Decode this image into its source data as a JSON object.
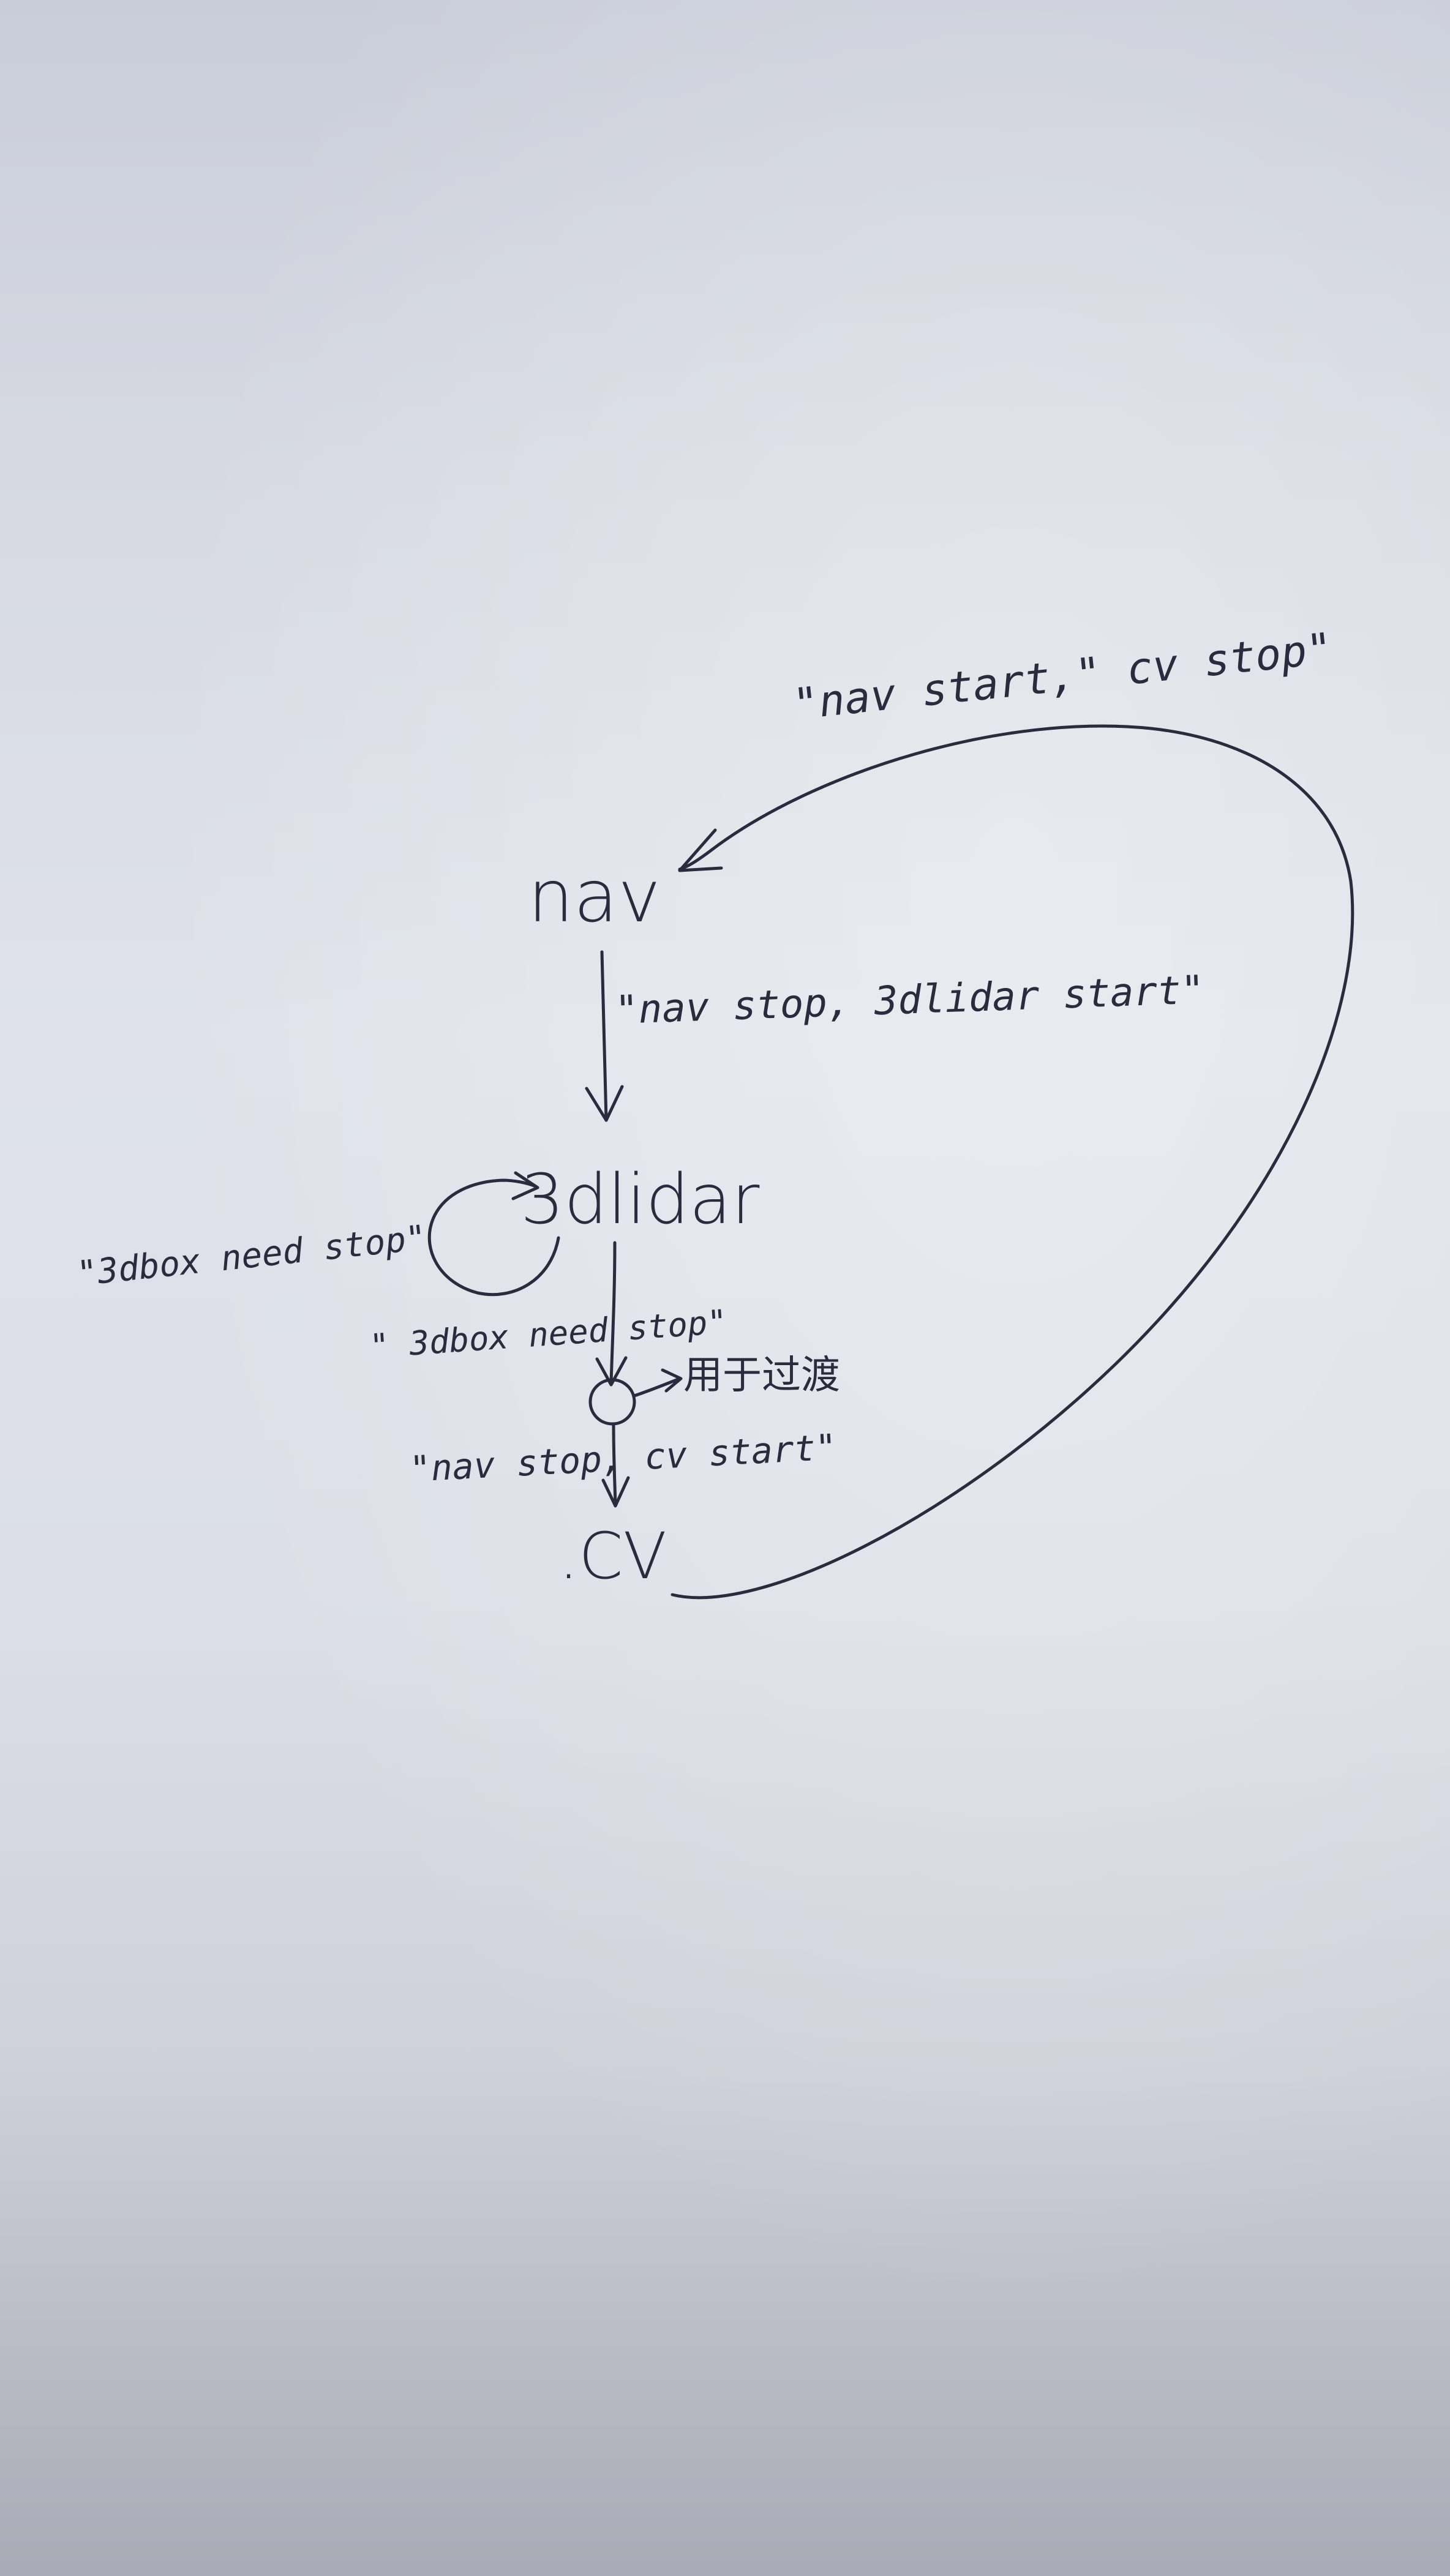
{
  "nodes": {
    "nav": "nav",
    "lidar": "3dlidar",
    "cv": ".CV"
  },
  "edges": {
    "nav_to_lidar": "\"nav stop, 3dlidar start\"",
    "lidar_self_loop": "\"3dbox need stop\"",
    "lidar_to_transition": "\" 3dbox need stop\"",
    "transition_to_cv": "\"nav stop, cv start\"",
    "cv_to_nav": "\"nav start,\" cv stop\""
  },
  "annotations": {
    "transition_note": "用于过渡"
  }
}
